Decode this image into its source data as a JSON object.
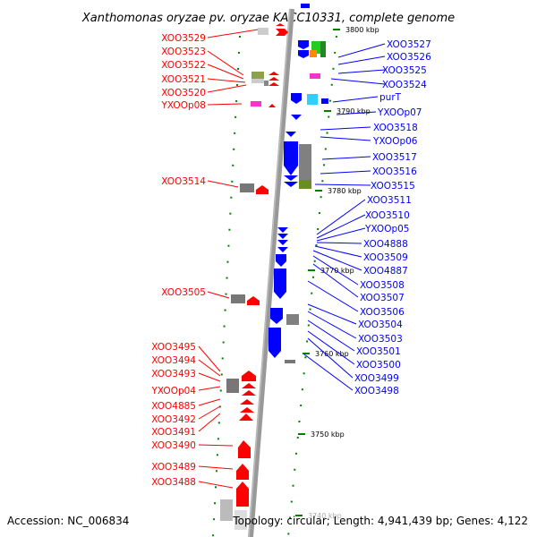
{
  "title": "Xanthomonas oryzae pv. oryzae KACC10331, complete genome",
  "accession": "Accession: NC_006834",
  "topology": "Topology: circular; Length: 4,941,439 bp; Genes: 4,122",
  "colors": {
    "forward": "#ff0000",
    "reverse": "#0000ff",
    "axis": "#999999",
    "tickmark": "#008000",
    "rna_magenta": "#ff33cc",
    "rna_cyan": "#33ccff",
    "gray_block": "#808080",
    "olive_block": "#6b8e23"
  },
  "scale_ticks": [
    "3800 kbp",
    "3790 kbp",
    "3780 kbp",
    "3770 kbp",
    "3760 kbp",
    "3750 kbp",
    "3740 kbp"
  ],
  "left_labels": [
    "XOO3529",
    "XOO3523",
    "XOO3522",
    "XOO3521",
    "XOO3520",
    "YXOOp08",
    "XOO3514",
    "XOO3505",
    "XOO3495",
    "XOO3494",
    "XOO3493",
    "YXOOp04",
    "XOO4885",
    "XOO3492",
    "XOO3491",
    "XOO3490",
    "XOO3489",
    "XOO3488"
  ],
  "right_labels": [
    "XOO3527",
    "XOO3526",
    "XOO3525",
    "XOO3524",
    "purT",
    "YXOOp07",
    "XOO3518",
    "YXOOp06",
    "XOO3517",
    "XOO3516",
    "XOO3515",
    "XOO3511",
    "XOO3510",
    "YXOOp05",
    "XOO4888",
    "XOO3509",
    "XOO4887",
    "XOO3508",
    "XOO3507",
    "XOO3506",
    "XOO3504",
    "XOO3503",
    "XOO3501",
    "XOO3500",
    "XOO3499",
    "XOO3498"
  ]
}
